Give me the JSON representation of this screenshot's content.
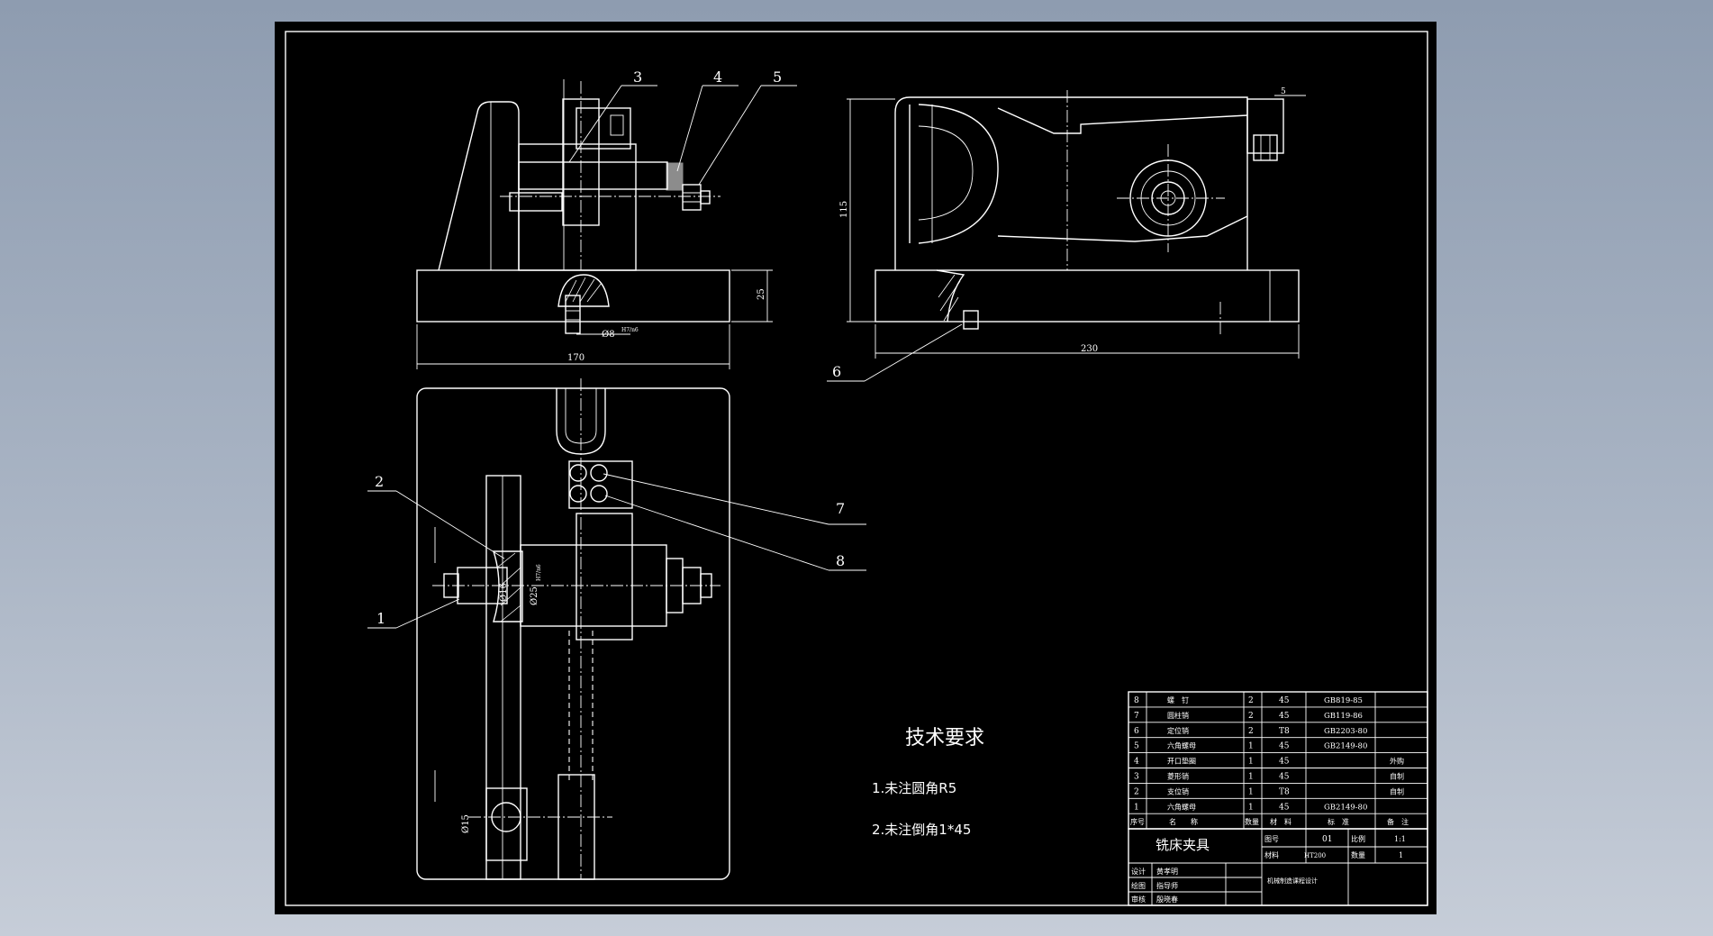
{
  "drawing": {
    "balloons": [
      "1",
      "2",
      "3",
      "4",
      "5",
      "6",
      "7",
      "8"
    ],
    "dimensions": {
      "front_width": "170",
      "front_base_height": "25",
      "front_hole": "Ø8",
      "front_hole_tol": "H7/n6",
      "side_length": "230",
      "side_height": "115",
      "side_top_small": "5",
      "top_d16": "Ø16",
      "top_d25": "Ø25",
      "top_d15": "Ø15",
      "fit_tol": "H7/n6"
    },
    "tech_requirements": {
      "title": "技术要求",
      "items": [
        "1.未注圆角R5",
        "2.未注倒角1*45"
      ]
    }
  },
  "bom": {
    "rows": [
      {
        "no": "8",
        "name": "螺　钉",
        "qty": "2",
        "material": "45",
        "std": "GB819-85",
        "note": ""
      },
      {
        "no": "7",
        "name": "圆柱销",
        "qty": "2",
        "material": "45",
        "std": "GB119-86",
        "note": ""
      },
      {
        "no": "6",
        "name": "定位销",
        "qty": "2",
        "material": "T8",
        "std": "GB2203-80",
        "note": ""
      },
      {
        "no": "5",
        "name": "六角螺母",
        "qty": "1",
        "material": "45",
        "std": "GB2149-80",
        "note": ""
      },
      {
        "no": "4",
        "name": "开口垫圈",
        "qty": "1",
        "material": "45",
        "std": "",
        "note": "外购"
      },
      {
        "no": "3",
        "name": "菱形销",
        "qty": "1",
        "material": "45",
        "std": "",
        "note": "自制"
      },
      {
        "no": "2",
        "name": "支位销",
        "qty": "1",
        "material": "T8",
        "std": "",
        "note": "自制"
      },
      {
        "no": "1",
        "name": "六角螺母",
        "qty": "1",
        "material": "45",
        "std": "GB2149-80",
        "note": ""
      }
    ],
    "header": {
      "no": "序号",
      "name": "名　　称",
      "qty": "数量",
      "material": "材　料",
      "std": "标　准",
      "note": "备　注"
    }
  },
  "titleblock": {
    "product_name": "铣床夹具",
    "drawing_no_label": "图号",
    "drawing_no": "01",
    "scale_label": "比例",
    "scale": "1:1",
    "material_label": "材料",
    "material": "HT200",
    "qty_label": "数量",
    "qty": "1",
    "design_label": "设计",
    "designer": "黄孝明",
    "draw_label": "绘图",
    "drafter": "指导师",
    "check_label": "审核",
    "checker": "殷晓春",
    "course": "机械制造课程设计"
  }
}
